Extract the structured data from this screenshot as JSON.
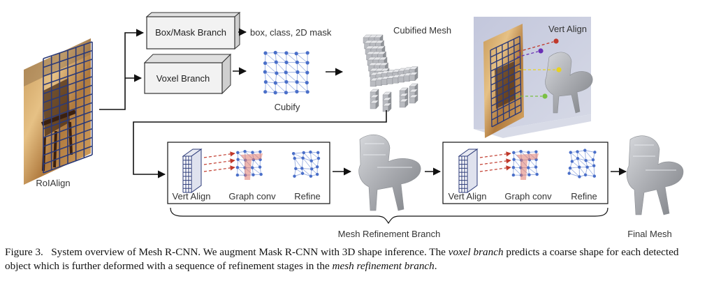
{
  "labels": {
    "box_mask_branch": "Box/Mask Branch",
    "box_mask_output": "box, class, 2D mask",
    "voxel_branch": "Voxel Branch",
    "cubify": "Cubify",
    "cubified_mesh": "Cubified Mesh",
    "vert_align_top": "Vert Align",
    "roialign": "RoIAlign",
    "stage1_vert_align": "Vert Align",
    "stage1_graph_conv": "Graph conv",
    "stage1_refine": "Refine",
    "stage2_vert_align": "Vert Align",
    "stage2_graph_conv": "Graph conv",
    "stage2_refine": "Refine",
    "mesh_refinement_branch": "Mesh Refinement Branch",
    "final_mesh": "Final Mesh"
  },
  "caption": {
    "prefix": "Figure 3.",
    "part1": "System overview of Mesh R-CNN. We augment Mask R-CNN with 3D shape inference. The",
    "em1": "voxel branch",
    "part2": "predicts a coarse shape for each detected object which is further deformed with a sequence of refinement stages in the",
    "em2": "mesh refinement branch",
    "part3": "."
  },
  "colors": {
    "grid": "#2b3a78",
    "node_blue": "#4a6fc9",
    "edge_blue": "#9fb3e3",
    "highlight": "#e07a6e",
    "arrow_red": "#c0392b",
    "arrow_purple": "#6a2fb5",
    "arrow_yellow": "#e8d21e",
    "arrow_green": "#7ac043",
    "mesh_gray": "#b4b6ba",
    "panel_bg": "#c9cde0"
  }
}
